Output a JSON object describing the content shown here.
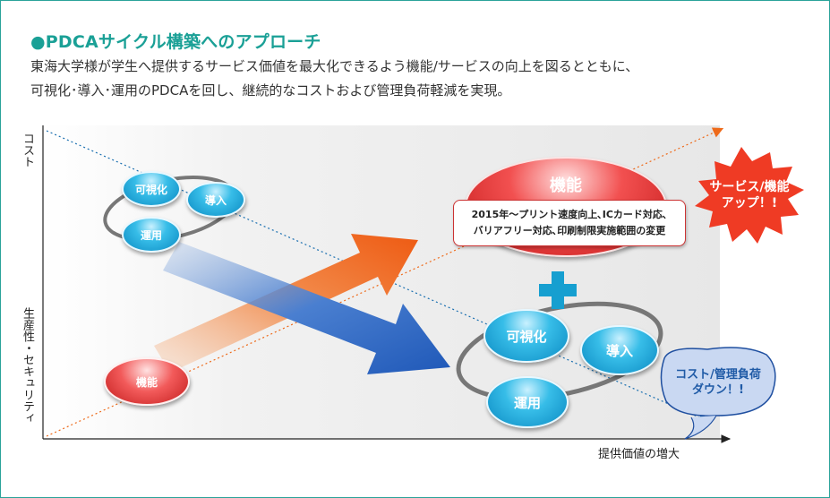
{
  "heading": "●PDCAサイクル構築へのアプローチ",
  "description": [
    "東海大学様が学生へ提供するサービス価値を最大化できるよう機能/サービスの向上を図るとともに、",
    "可視化･導入･運用のPDCAを回し、継続的なコストおよび管理負荷軽減を実現。"
  ],
  "axes": {
    "y_top": "コスト",
    "y_bottom": "生産性・セキュリティ",
    "x": "提供価値の増大"
  },
  "before_cycle": {
    "visualize": "可視化",
    "introduce": "導入",
    "operate": "運用"
  },
  "before_feature": "機能",
  "feature_after": "機能",
  "feature_callout": [
    "2015年～プリント速度向上､ICカード対応､",
    "バリアフリー対応､印刷制限実施範囲の変更"
  ],
  "after_cycle": {
    "visualize": "可視化",
    "introduce": "導入",
    "operate": "運用"
  },
  "service_up": [
    "サービス/機能",
    "アップ！!"
  ],
  "cost_down": [
    "コスト/管理負荷",
    "ダウン！!"
  ],
  "colors": {
    "accent": "#1aa096",
    "blue": "#1a8fd0",
    "red": "#e03a3a",
    "orange": "#f07020",
    "callout_border": "#cc3333"
  }
}
